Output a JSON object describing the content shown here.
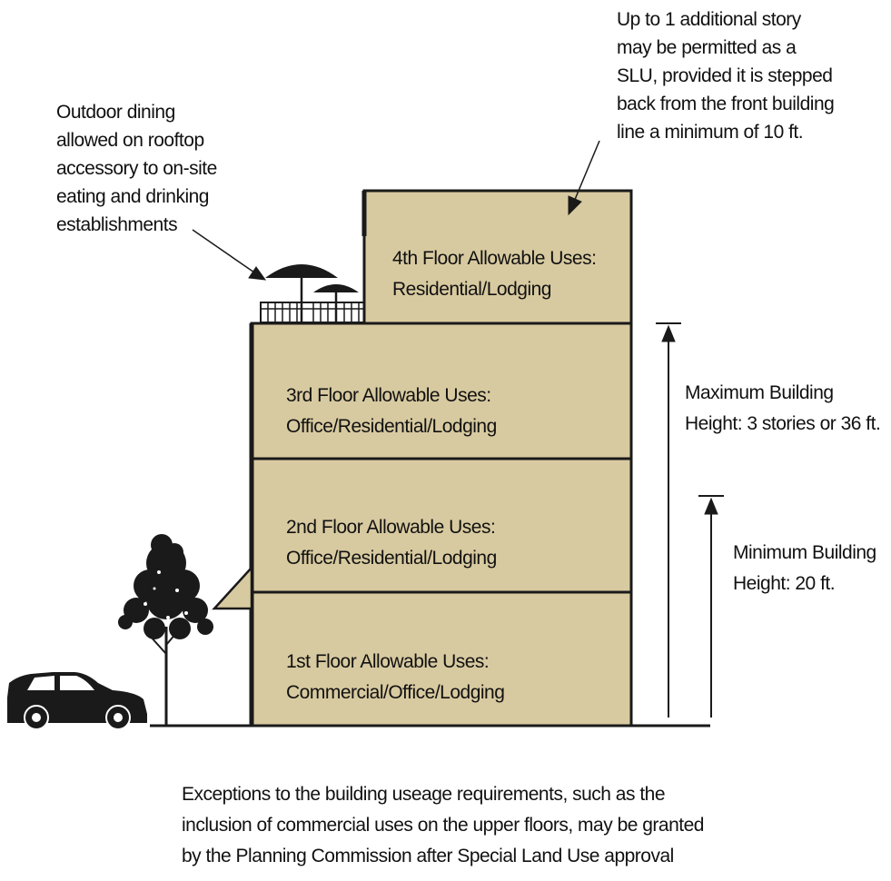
{
  "annotations": {
    "additional_story": [
      "Up to 1 additional story",
      "may be permitted as a",
      "SLU, provided it is stepped",
      "back from the front building",
      "line a minimum of 10 ft."
    ],
    "outdoor_dining": [
      "Outdoor dining",
      "allowed on rooftop",
      "accessory to on-site",
      "eating and drinking",
      "establishments"
    ]
  },
  "floors": [
    {
      "name": "4th Floor Allowable Uses:",
      "uses": "Residential/Lodging"
    },
    {
      "name": "3rd Floor Allowable Uses:",
      "uses": "Office/Residential/Lodging"
    },
    {
      "name": "2nd Floor Allowable Uses:",
      "uses": "Office/Residential/Lodging"
    },
    {
      "name": "1st Floor Allowable Uses:",
      "uses": "Commercial/Office/Lodging"
    }
  ],
  "heights": {
    "maximum": [
      "Maximum Building",
      "Height: 3 stories or 36 ft."
    ],
    "minimum": [
      "Minimum Building",
      "Height: 20 ft."
    ]
  },
  "footer": [
    "Exceptions to the building useage requirements, such as the",
    "inclusion of commercial uses on the upper floors, may be granted",
    "by the Planning Commission after Special Land Use approval"
  ],
  "colors": {
    "building_fill": "#d8caa0",
    "outline": "#1a1a1a"
  }
}
